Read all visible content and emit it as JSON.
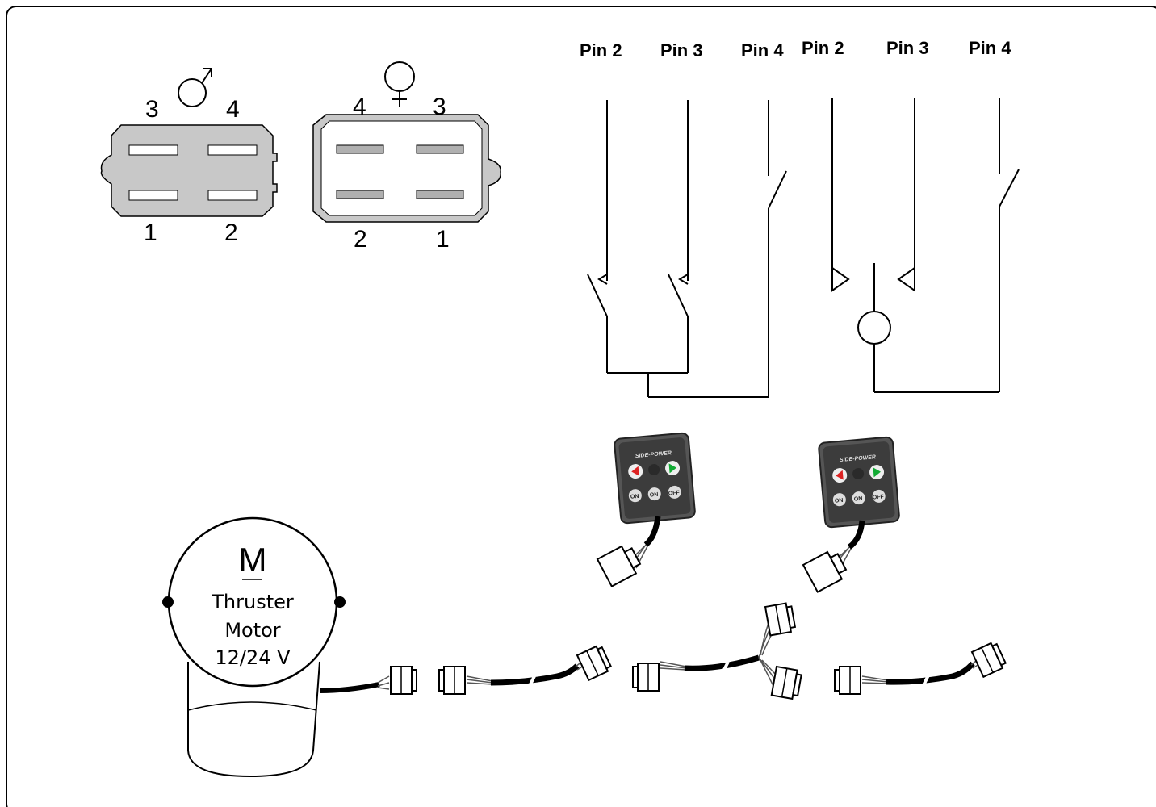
{
  "pin_labels": [
    "Pin 2",
    "Pin 3",
    "Pin 4",
    "Pin 2",
    "Pin 3",
    "Pin 4"
  ],
  "male_connector": {
    "symbol": "♂",
    "top_pins": [
      "3",
      "4"
    ],
    "bottom_pins": [
      "1",
      "2"
    ]
  },
  "female_connector": {
    "symbol": "♀",
    "top_pins": [
      "4",
      "3"
    ],
    "bottom_pins": [
      "2",
      "1"
    ]
  },
  "motor": {
    "symbol": "M",
    "line1": "Thruster",
    "line2": "Motor",
    "line3": "12/24 V"
  },
  "panel": {
    "brand": "SIDE-POWER",
    "on_label": "ON",
    "off_label": "OFF"
  }
}
